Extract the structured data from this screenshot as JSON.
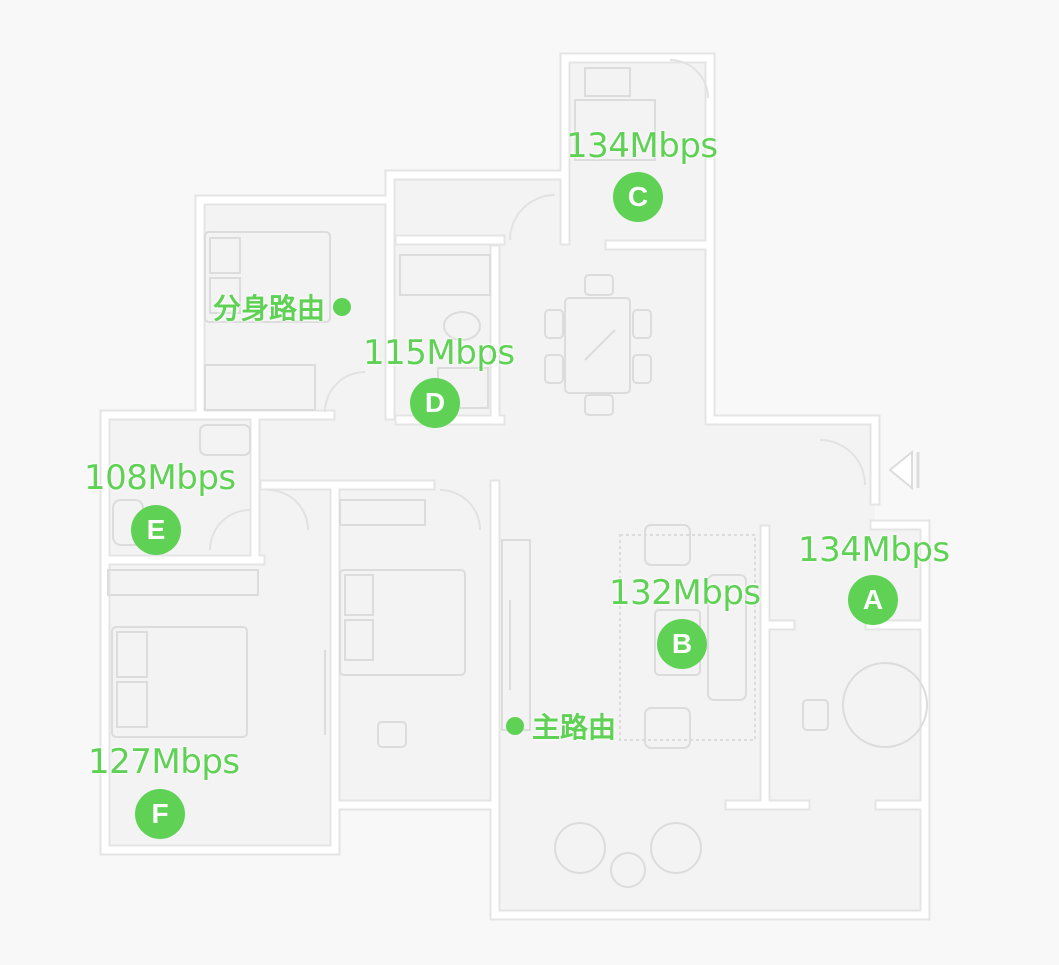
{
  "colors": {
    "accent": "#5fd255",
    "wall": "#ffffff",
    "floor": "#f4f4f4",
    "furniture": "#dedede"
  },
  "points": [
    {
      "id": "A",
      "speed": "134Mbps"
    },
    {
      "id": "B",
      "speed": "132Mbps"
    },
    {
      "id": "C",
      "speed": "134Mbps"
    },
    {
      "id": "D",
      "speed": "115Mbps"
    },
    {
      "id": "E",
      "speed": "108Mbps"
    },
    {
      "id": "F",
      "speed": "127Mbps"
    }
  ],
  "routers": {
    "main": {
      "label": "主路由"
    },
    "satellite": {
      "label": "分身路由"
    }
  }
}
